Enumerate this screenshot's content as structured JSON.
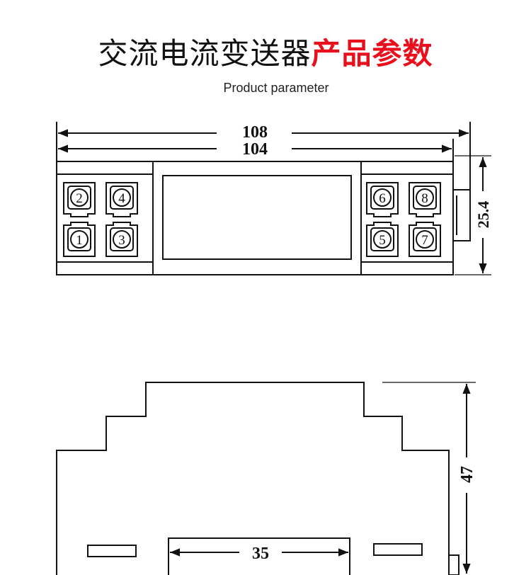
{
  "header": {
    "title_black": "交流电流变送器",
    "title_red": "产品参数",
    "subtitle": "Product parameter",
    "accent_color": "#e8101c"
  },
  "front_view": {
    "dim_overall_width": "108",
    "dim_body_width": "104",
    "dim_height": "25.4",
    "terminals_left": [
      "2",
      "4",
      "1",
      "3"
    ],
    "terminals_right": [
      "6",
      "8",
      "5",
      "7"
    ]
  },
  "side_view": {
    "dim_height": "47",
    "dim_rail_width": "35"
  }
}
